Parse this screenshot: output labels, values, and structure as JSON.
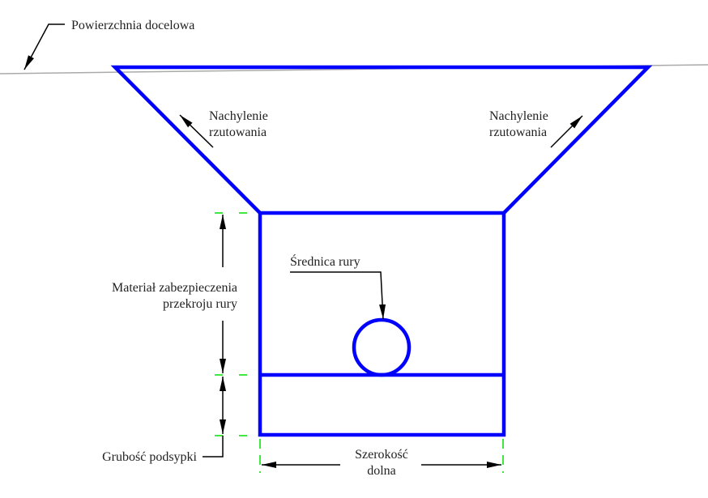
{
  "labels": {
    "target_surface": "Powierzchnia docelowa",
    "slope_left": [
      "Nachylenie",
      "rzutowania"
    ],
    "slope_right": [
      "Nachylenie",
      "rzutowania"
    ],
    "pipe_diameter": "Średnica rury",
    "embedment_material": [
      "Materiał zabezpieczenia",
      "przekroju rury"
    ],
    "bedding_thickness": "Grubość podsypki",
    "bottom_width": [
      "Szerokość",
      "dolna"
    ]
  },
  "colors": {
    "trench": "#0000ff",
    "extension": "#00e000",
    "surface": "#aaaaaa",
    "annotation": "#000000"
  }
}
